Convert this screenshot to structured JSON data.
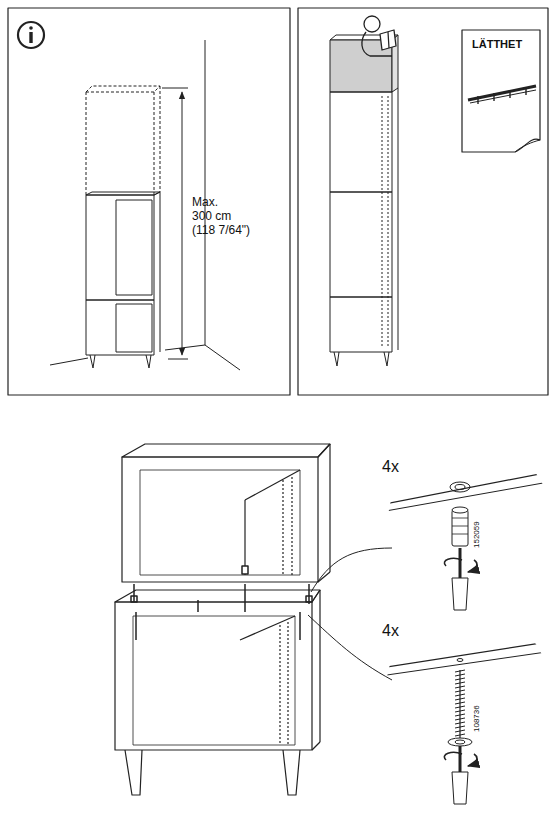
{
  "diagram": {
    "labels": [
      "Max.",
      "300 cm",
      "(118 7/64\")",
      "LÄTTHET",
      "4x",
      "152059",
      "4x",
      "108736"
    ]
  }
}
